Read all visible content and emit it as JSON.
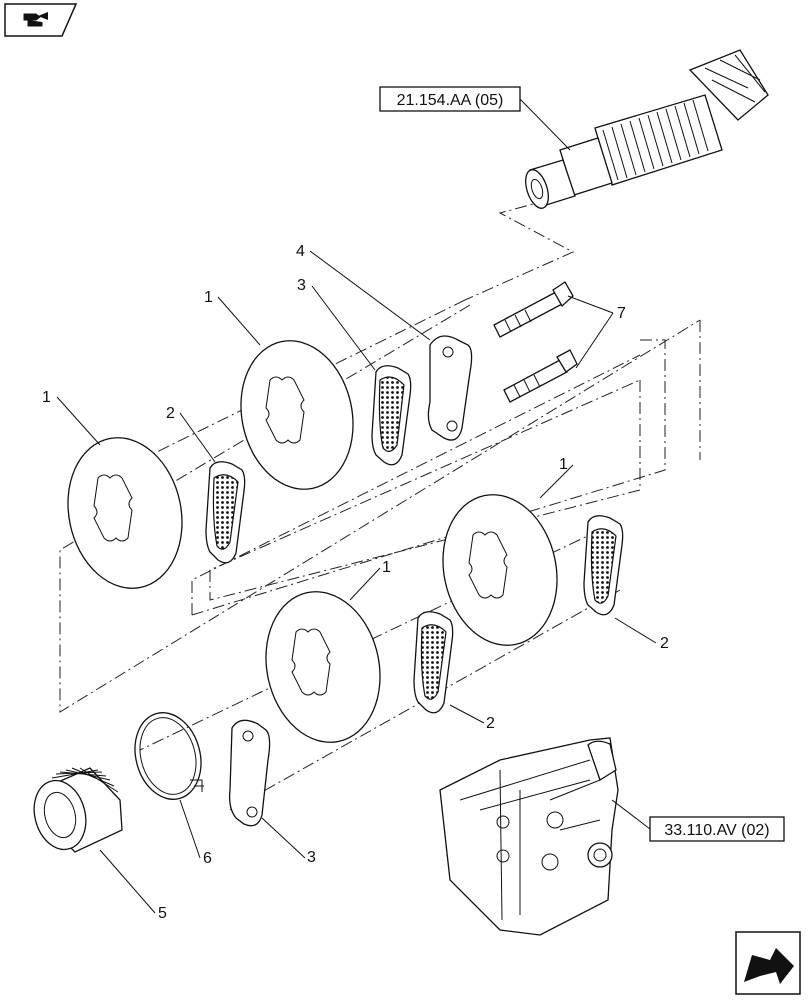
{
  "header": {
    "icon": "book-arrow-icon"
  },
  "references": {
    "top": "21.154.AA (05)",
    "bottom": "33.110.AV (02)"
  },
  "callouts": [
    {
      "id": "c1a",
      "text": "1"
    },
    {
      "id": "c1b",
      "text": "1"
    },
    {
      "id": "c1c",
      "text": "1"
    },
    {
      "id": "c1d",
      "text": "1"
    },
    {
      "id": "c2a",
      "text": "2"
    },
    {
      "id": "c2b",
      "text": "2"
    },
    {
      "id": "c2c",
      "text": "2"
    },
    {
      "id": "c3a",
      "text": "3"
    },
    {
      "id": "c3b",
      "text": "3"
    },
    {
      "id": "c4",
      "text": "4"
    },
    {
      "id": "c5",
      "text": "5"
    },
    {
      "id": "c6",
      "text": "6"
    },
    {
      "id": "c7",
      "text": "7"
    }
  ],
  "footer": {
    "icon": "next-page-arrow-icon"
  }
}
